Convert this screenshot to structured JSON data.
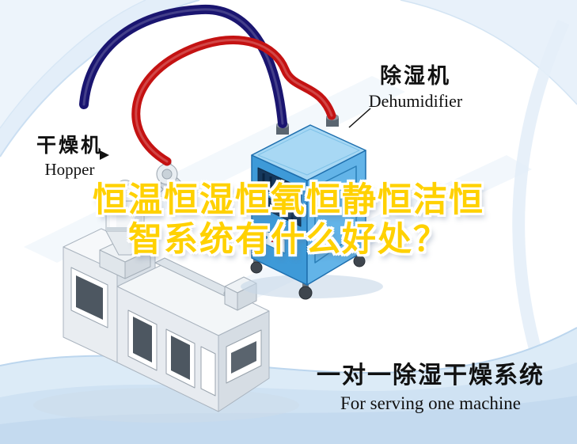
{
  "illustration": {
    "title": {
      "line1": "恒温恒湿恒氧恒静恒洁恒",
      "line2": "智系统有什么好处？"
    },
    "labels": {
      "dehumidifier": {
        "zh": "除湿机",
        "en": "Dehumidifier"
      },
      "hopper": {
        "zh": "干燥机",
        "en": "Hopper"
      }
    },
    "caption": {
      "zh": "一对一除湿干燥系统",
      "en": "For serving one machine"
    },
    "colors": {
      "title_yellow": "#ffd100",
      "title_outline": "#ffffff",
      "pipe_red": "#c41212",
      "pipe_navy": "#1a1570",
      "machine_blue": "#3e9ad8",
      "background_tint": "#d9e8f6"
    }
  }
}
